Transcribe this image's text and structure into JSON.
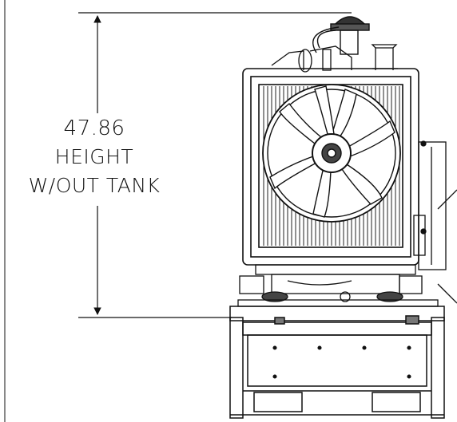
{
  "dimension": {
    "value": "47.86",
    "label_line1": "HEIGHT",
    "label_line2": "W/OUT TANK"
  },
  "colors": {
    "line": "#111111",
    "background": "#ffffff"
  }
}
